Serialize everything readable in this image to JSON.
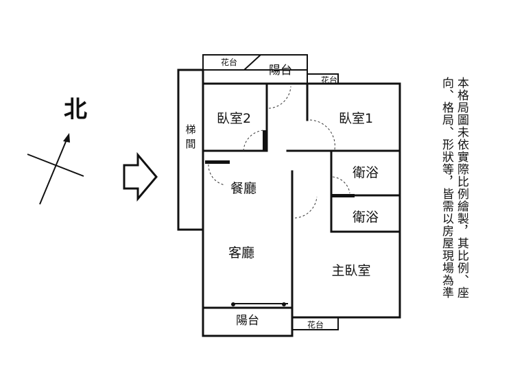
{
  "compass": {
    "label": "北"
  },
  "rooms": {
    "bedroom2": "臥室2",
    "bedroom1": "臥室1",
    "stairs": "梯間",
    "bath1": "衛浴",
    "bath2": "衛浴",
    "dining": "餐廳",
    "living": "客廳",
    "master": "主臥室",
    "balcony_top": "陽台",
    "balcony_bottom": "陽台",
    "planter_top_left": "花台",
    "planter_top_right": "花台",
    "planter_bottom": "花台"
  },
  "disclaimer": {
    "line1": "本格局圖未依實際比例繪製，其比例、座",
    "line2": "向、格局、形狀等，皆需以房屋現場為準"
  }
}
